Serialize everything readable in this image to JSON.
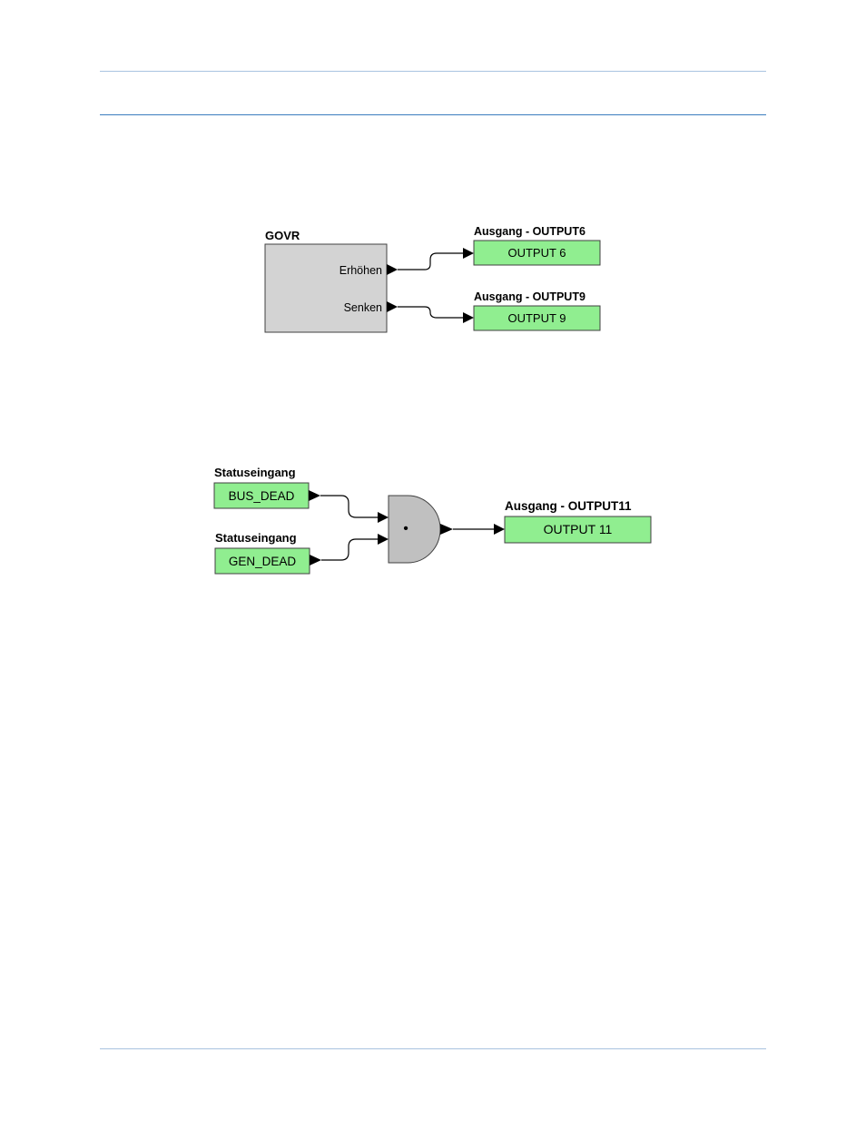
{
  "colors": {
    "rule_light": "#a9c3e0",
    "rule_dark": "#3b7dbf",
    "block_fill": "#d3d3d3",
    "output_fill": "#90ee90",
    "block_stroke": "#404040"
  },
  "diagram1": {
    "block": {
      "title": "GOVR",
      "port_raise": "Erhöhen",
      "port_lower": "Senken"
    },
    "out_a": {
      "caption": "Ausgang - OUTPUT6",
      "label": "OUTPUT 6"
    },
    "out_b": {
      "caption": "Ausgang - OUTPUT9",
      "label": "OUTPUT 9"
    }
  },
  "diagram2": {
    "in_a": {
      "caption": "Statuseingang",
      "label": "BUS_DEAD"
    },
    "in_b": {
      "caption": "Statuseingang",
      "label": "GEN_DEAD"
    },
    "gate": {
      "symbol": "•",
      "icon": "and-gate-icon"
    },
    "out": {
      "caption": "Ausgang - OUTPUT11",
      "label": "OUTPUT 11"
    }
  }
}
